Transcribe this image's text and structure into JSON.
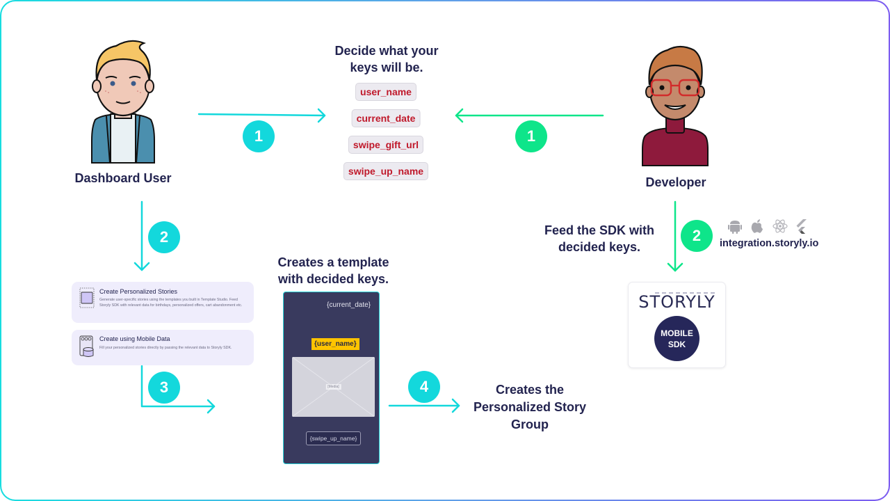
{
  "actors": {
    "dashboard_user": {
      "label": "Dashboard User",
      "icon": "dashboard-user-avatar"
    },
    "developer": {
      "label": "Developer",
      "icon": "developer-avatar"
    }
  },
  "keys_section": {
    "heading": [
      "Decide what your",
      "keys will be."
    ],
    "keys": [
      "user_name",
      "current_date",
      "swipe_gift_url",
      "swipe_up_name"
    ]
  },
  "steps": {
    "step1_user": "1",
    "step1_dev": "1",
    "step2_user": "2",
    "step2_dev": "2",
    "step3": "3",
    "step4": "4"
  },
  "dashboard_options": [
    {
      "title": "Create Personalized Stories",
      "description": "Generate user-specific stories using the templates you built in Template Studio. Feed Storyly SDK with relevant data for birthdays, personalized offers, cart abandonment etc.",
      "icon": "template-icon"
    },
    {
      "title": "Create using Mobile Data",
      "description": "Fill your personalized stories directly by passing the relevant data to Storyly SDK.",
      "icon": "mobile-data-icon"
    }
  ],
  "template_section": {
    "heading": [
      "Creates a template",
      "with decided keys."
    ],
    "story": {
      "date_placeholder": "{current_date}",
      "name_placeholder": "{user_name}",
      "media_label": "[Media]",
      "swipe_placeholder": "{swipe_up_name}"
    }
  },
  "result": {
    "heading": [
      "Creates the",
      "Personalized Story",
      "Group"
    ]
  },
  "developer_section": {
    "feed_text": [
      "Feed the SDK with",
      "decided keys."
    ],
    "platforms": [
      "android-icon",
      "apple-icon",
      "react-icon",
      "flutter-icon"
    ],
    "integration_link": "integration.storyly.io",
    "sdk_logo": "STORYLY",
    "sdk_badge": [
      "MOBILE",
      "SDK"
    ]
  },
  "colors": {
    "cyan": "#13d8dc",
    "green": "#0ee58a",
    "navy": "#22234f",
    "key_red": "#c0192b",
    "frame_start": "#18dde0",
    "frame_end": "#7c5cf0"
  }
}
